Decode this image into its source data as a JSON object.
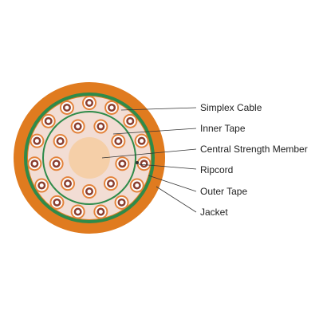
{
  "labels": {
    "simplex_cable": "Simplex Cable",
    "inner_tape": "Inner Tape",
    "central_strength_member": "Central Strength Member",
    "ripcord": "Ripcord",
    "outer_tape": "Outer Tape",
    "jacket": "Jacket"
  },
  "colors": {
    "jacket": "#e07b1f",
    "outer_tape": "#2e8b4a",
    "filler": "#f2ddd4",
    "unit_ring": "#e3823a",
    "unit_white_ring": "#ffffff",
    "unit_core": "#8a3e2f",
    "unit_center": "#ffffff",
    "strength_member": "#f5cfa8",
    "inner_tape": "#2e8b4a",
    "ripcord": "#333333",
    "leader_line": "#333333"
  },
  "structure": {
    "inner_ring_unit_count": 9,
    "outer_ring_unit_count": 15
  }
}
